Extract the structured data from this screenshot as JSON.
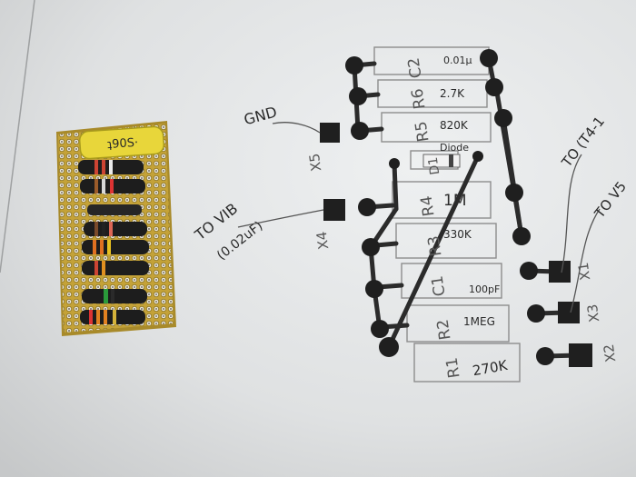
{
  "photo": {
    "colors": {
      "paper": "#e4e6e7",
      "trace": "#2b2b2b",
      "board": "#c9a73a",
      "outline": "#8d8d8d"
    },
    "components": [
      {
        "ref": "C2",
        "value": "0.01μ"
      },
      {
        "ref": "R6",
        "value": "2.7K"
      },
      {
        "ref": "R5",
        "value": "820K"
      },
      {
        "ref": "D1",
        "value": "Diode"
      },
      {
        "ref": "R4",
        "value": "1M"
      },
      {
        "ref": "R3",
        "value": "330K"
      },
      {
        "ref": "C1",
        "value": "100pF"
      },
      {
        "ref": "R2",
        "value": "1MEG"
      },
      {
        "ref": "R1",
        "value": "270K"
      }
    ],
    "connectors": [
      "X5",
      "X4",
      "X1",
      "X3",
      "X2"
    ],
    "notes": {
      "gnd": "GND",
      "vib": "TO VIB",
      "vib_cap": "(0.02uF)",
      "t4": "TO (T4-1",
      "v5": "TO V5"
    }
  }
}
